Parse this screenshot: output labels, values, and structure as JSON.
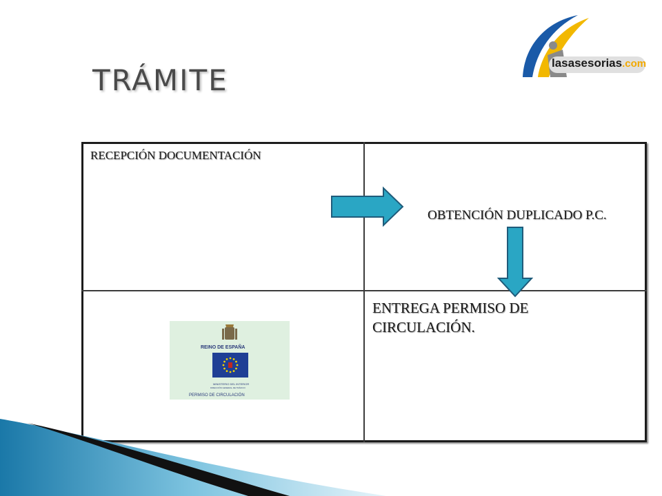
{
  "slide": {
    "title": "TRÁMITE"
  },
  "logo": {
    "name": "lasasesorias",
    "domain": ".com",
    "colors": {
      "blue": "#1a5aa8",
      "yellow": "#f2b800"
    }
  },
  "table": {
    "cell_reception": "RECEPCIÓN DOCUMENTACIÓN",
    "cell_duplicate": "OBTENCIÓN DUPLICADO P.C.",
    "cell_delivery": "ENTREGA PERMISO DE CIRCULACIÓN."
  },
  "permit_image": {
    "country": "REINO DE ESPAÑA",
    "ministry": "MINISTERIO DEL INTERIOR",
    "directorate": "DIRECCIÓN GENERAL DE TRÁFICO",
    "document": "PERMISO DE CIRCULACIÓN"
  },
  "colors": {
    "arrow_fill": "#2aa6c4",
    "arrow_stroke": "#1f5b7a",
    "title_text": "#4a4a4a"
  }
}
